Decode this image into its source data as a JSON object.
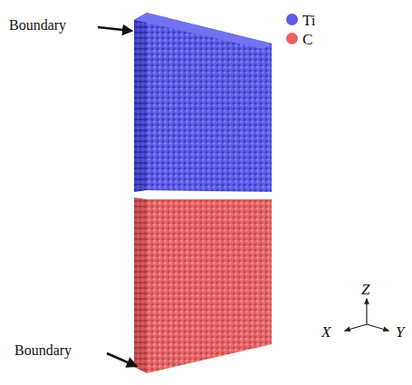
{
  "diagram": {
    "labels": [
      "Boundary",
      "Boundary",
      "Z",
      "X",
      "Y"
    ],
    "legend": [
      {
        "text": "Ti",
        "color": "#5b5be6"
      },
      {
        "text": "C",
        "color": "#e86464"
      }
    ]
  }
}
